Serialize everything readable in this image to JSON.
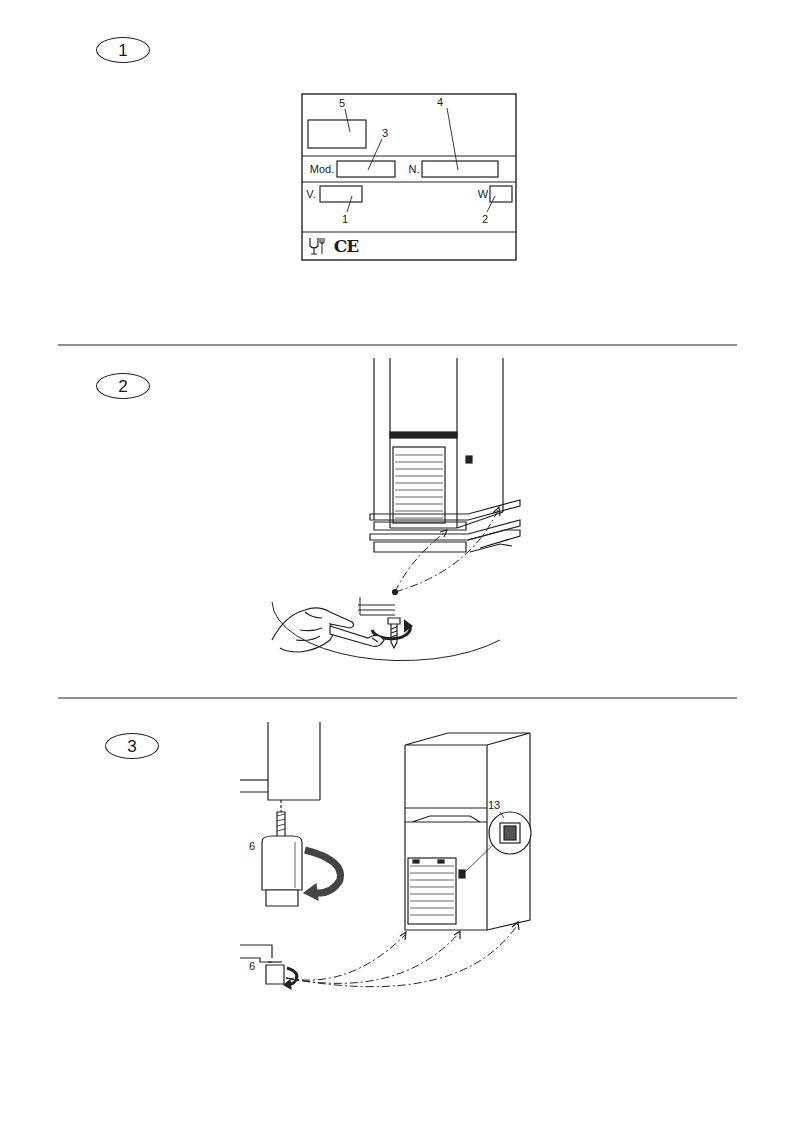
{
  "diagram": {
    "nodes": [
      {
        "text": [
          "1"
        ]
      },
      {
        "text": [
          "2"
        ]
      },
      {
        "text": [
          "3"
        ]
      }
    ],
    "labels": [
      "5",
      "3",
      "Mod.",
      "N.",
      "4",
      "V.",
      "W",
      "1",
      "2",
      "CE",
      "13",
      "6",
      "6"
    ]
  }
}
